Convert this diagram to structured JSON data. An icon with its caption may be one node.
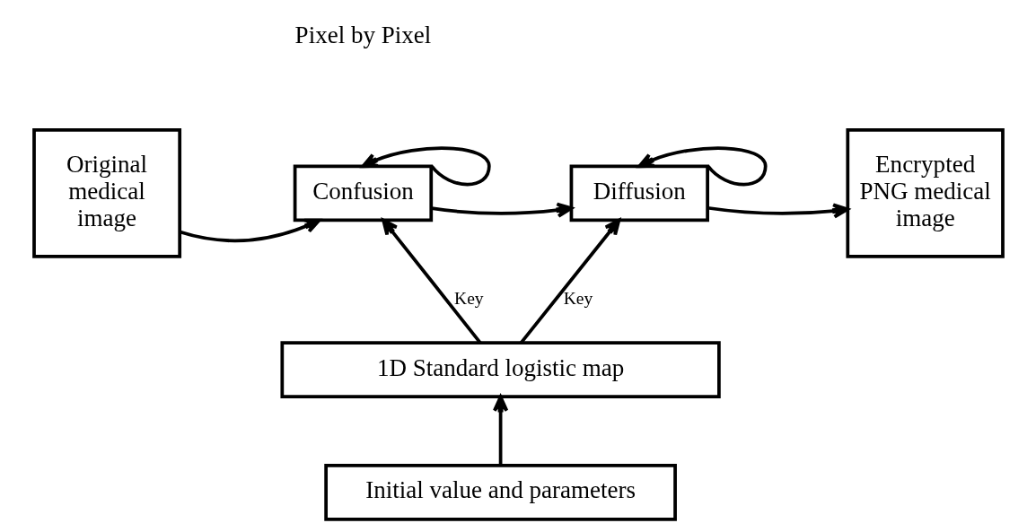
{
  "diagram": {
    "nodes": [
      {
        "text": [
          "Original medical image"
        ]
      },
      {
        "text": [
          "Confusion"
        ]
      },
      {
        "text": [
          "Diffusion"
        ]
      },
      {
        "text": [
          "Encrypted PNG medical image"
        ]
      },
      {
        "text": [
          "1D Standard logistic map"
        ]
      },
      {
        "text": [
          "Initial value and parameters"
        ]
      }
    ],
    "edges": [
      {
        "from": 0,
        "to": 1,
        "arrow": "to"
      },
      {
        "from": 1,
        "to": 1,
        "arrow": "to"
      },
      {
        "from": 1,
        "to": 2,
        "arrow": "to"
      },
      {
        "from": 2,
        "to": 2,
        "arrow": "to"
      },
      {
        "from": 2,
        "to": 3,
        "arrow": "to"
      },
      {
        "from": 4,
        "to": 1,
        "arrow": "to",
        "label": "Key"
      },
      {
        "from": 4,
        "to": 2,
        "arrow": "to",
        "label": "Key"
      },
      {
        "from": 5,
        "to": 4,
        "arrow": "to"
      }
    ],
    "labels": [
      "Pixel by Pixel"
    ]
  }
}
